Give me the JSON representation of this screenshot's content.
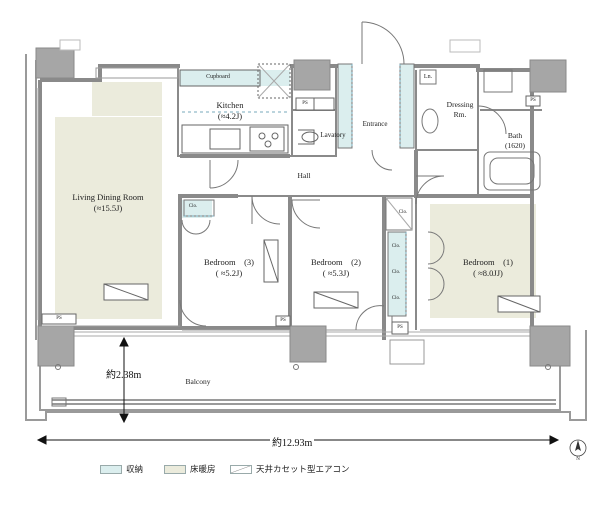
{
  "rooms": {
    "living": {
      "name": "Living Dining Room",
      "size": "(≈15.5J)"
    },
    "kitchen": {
      "name": "Kitchen",
      "size": "(≈4.2J)"
    },
    "cupboard": "Cupboard",
    "lavatory": "Lavatory",
    "entrance": "Entrance",
    "dressing": {
      "name": "Dressing",
      "sub": "Rm."
    },
    "ln": "Ln.",
    "bath": {
      "name": "Bath",
      "size": "(1620)"
    },
    "hall": "Hall",
    "bedroom3": {
      "name": "Bedroom　(3)",
      "size": "( ≈5.2J)"
    },
    "bedroom2": {
      "name": "Bedroom　(2)",
      "size": "( ≈5.3J)"
    },
    "bedroom1": {
      "name": "Bedroom　(1)",
      "size": "( ≈8.0JJ)"
    },
    "balcony": "Balcony",
    "clo": "Clo.",
    "ps": "PS"
  },
  "dimensions": {
    "depth": "約2.38m",
    "width": "約12.93m"
  },
  "legend": [
    {
      "label": "収納",
      "color": "#dbeeee"
    },
    {
      "label": "床暖房",
      "color": "#ebebdc"
    },
    {
      "label": "天井カセット型エアコン",
      "color": "#ffffff"
    }
  ],
  "compass": "N",
  "colors": {
    "wall": "#8a8a8a",
    "pillar": "#a6a6a6",
    "floorHeating": "#ebebdc",
    "storage": "#dbeeee"
  }
}
